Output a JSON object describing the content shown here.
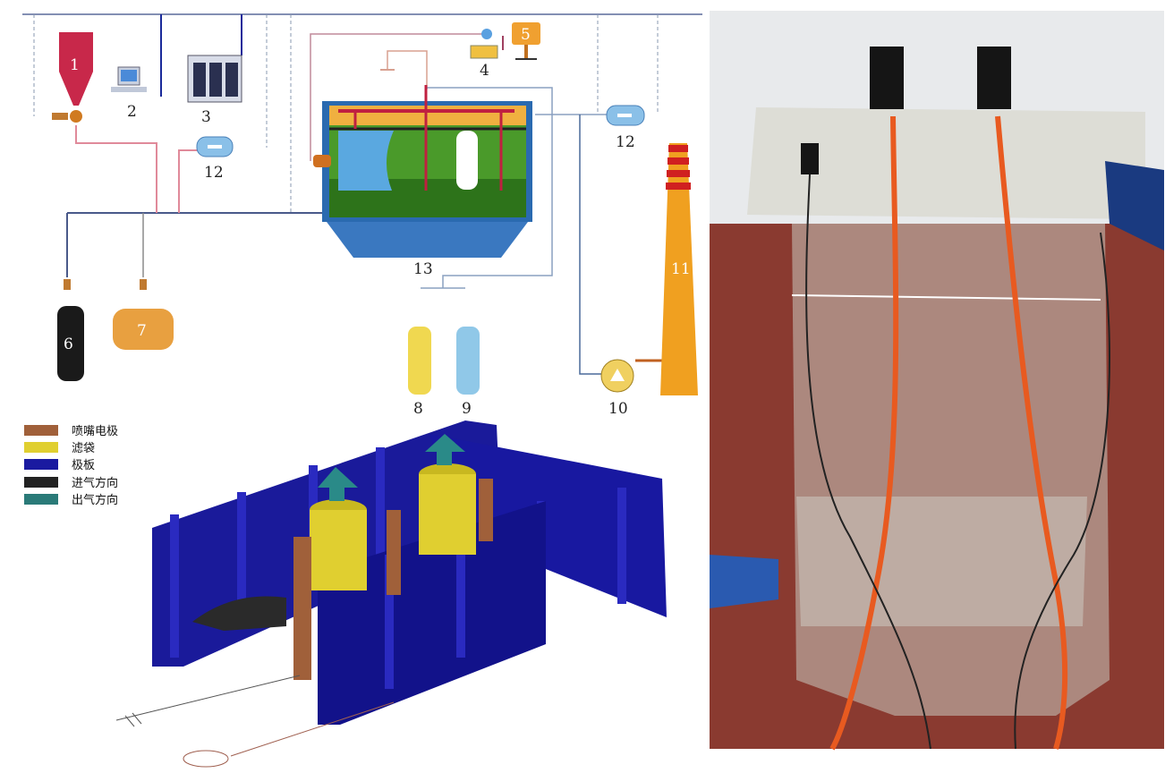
{
  "schematic": {
    "labels": {
      "n1": "1",
      "n2": "2",
      "n3": "3",
      "n4": "4",
      "n5": "5",
      "n6": "6",
      "n7": "7",
      "n8": "8",
      "n9": "9",
      "n10": "10",
      "n11": "11",
      "n12a": "12",
      "n12b": "12",
      "n13": "13"
    }
  },
  "legend": {
    "items": [
      {
        "label": "喷嘴电极",
        "color": "#a0603a"
      },
      {
        "label": "滤袋",
        "color": "#e0cf30"
      },
      {
        "label": "极板",
        "color": "#1a1aa0"
      },
      {
        "label": "进气方向",
        "color": "#222222"
      },
      {
        "label": "出气方向",
        "color": "#2a7a78"
      }
    ]
  },
  "colors": {
    "plate": "#1a1aa0",
    "bag": "#d8c828",
    "electrode": "#a0603a",
    "tube": "#e8602a"
  }
}
